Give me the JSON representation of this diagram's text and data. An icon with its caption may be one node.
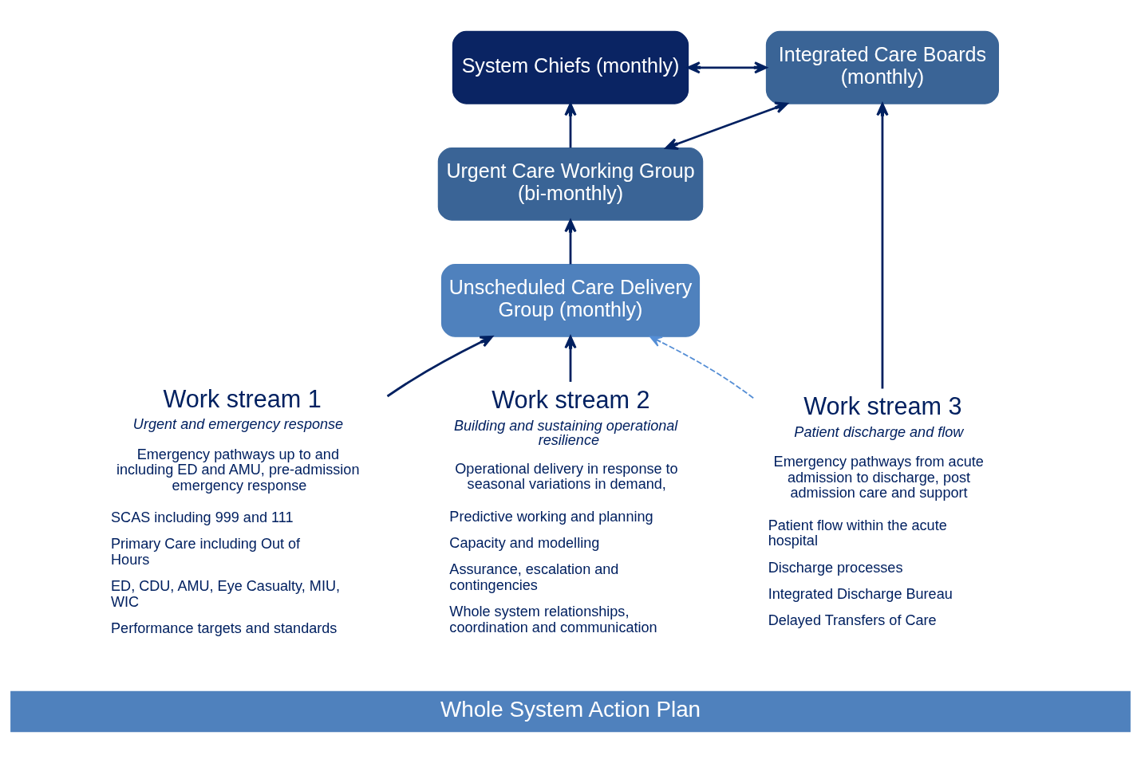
{
  "diagram": {
    "nodes": [
      {
        "text": [
          "System Chiefs (monthly)"
        ]
      },
      {
        "text": [
          "Integrated Care Boards (monthly)"
        ]
      },
      {
        "text": [
          "Urgent Care Working Group (bi-monthly)"
        ]
      },
      {
        "text": [
          "Unscheduled Care Delivery Group (monthly)"
        ]
      },
      {
        "text": [
          "Work stream 1",
          "Urgent and emergency response",
          "Emergency pathways up to and including ED and AMU, pre-admission emergency response",
          "SCAS including 999 and 111",
          "Primary Care including Out of Hours",
          "ED, CDU, AMU, Eye Casualty, MIU, WIC",
          "Performance targets and standards"
        ]
      },
      {
        "text": [
          "Work stream 2",
          "Building and sustaining operational resilience",
          "Operational delivery in response to seasonal variations in demand,",
          "Predictive working and planning",
          "Capacity and modelling",
          "Assurance, escalation and contingencies",
          "Whole system relationships, coordination and communication"
        ]
      },
      {
        "text": [
          "Work stream 3",
          "Patient discharge and flow",
          "Emergency pathways from acute admission to discharge, post admission care and support",
          "Patient flow within the acute hospital",
          "Discharge processes",
          "Integrated Discharge Bureau",
          "Delayed Transfers of Care"
        ]
      },
      {
        "text": [
          "Whole System Action Plan"
        ]
      }
    ],
    "edges": [
      {
        "from": 0,
        "to": 1,
        "arrow": "both"
      },
      {
        "from": 2,
        "to": 1,
        "arrow": "both"
      },
      {
        "from": 2,
        "to": 0,
        "arrow": "to"
      },
      {
        "from": 3,
        "to": 2,
        "arrow": "to"
      },
      {
        "from": 4,
        "to": 3,
        "arrow": "to"
      },
      {
        "from": 5,
        "to": 3,
        "arrow": "to"
      },
      {
        "from": 6,
        "to": 1,
        "arrow": "to"
      },
      {
        "from": 6,
        "to": 3,
        "arrow": "to",
        "style": "dashed",
        "color": "#558ed5"
      }
    ]
  }
}
